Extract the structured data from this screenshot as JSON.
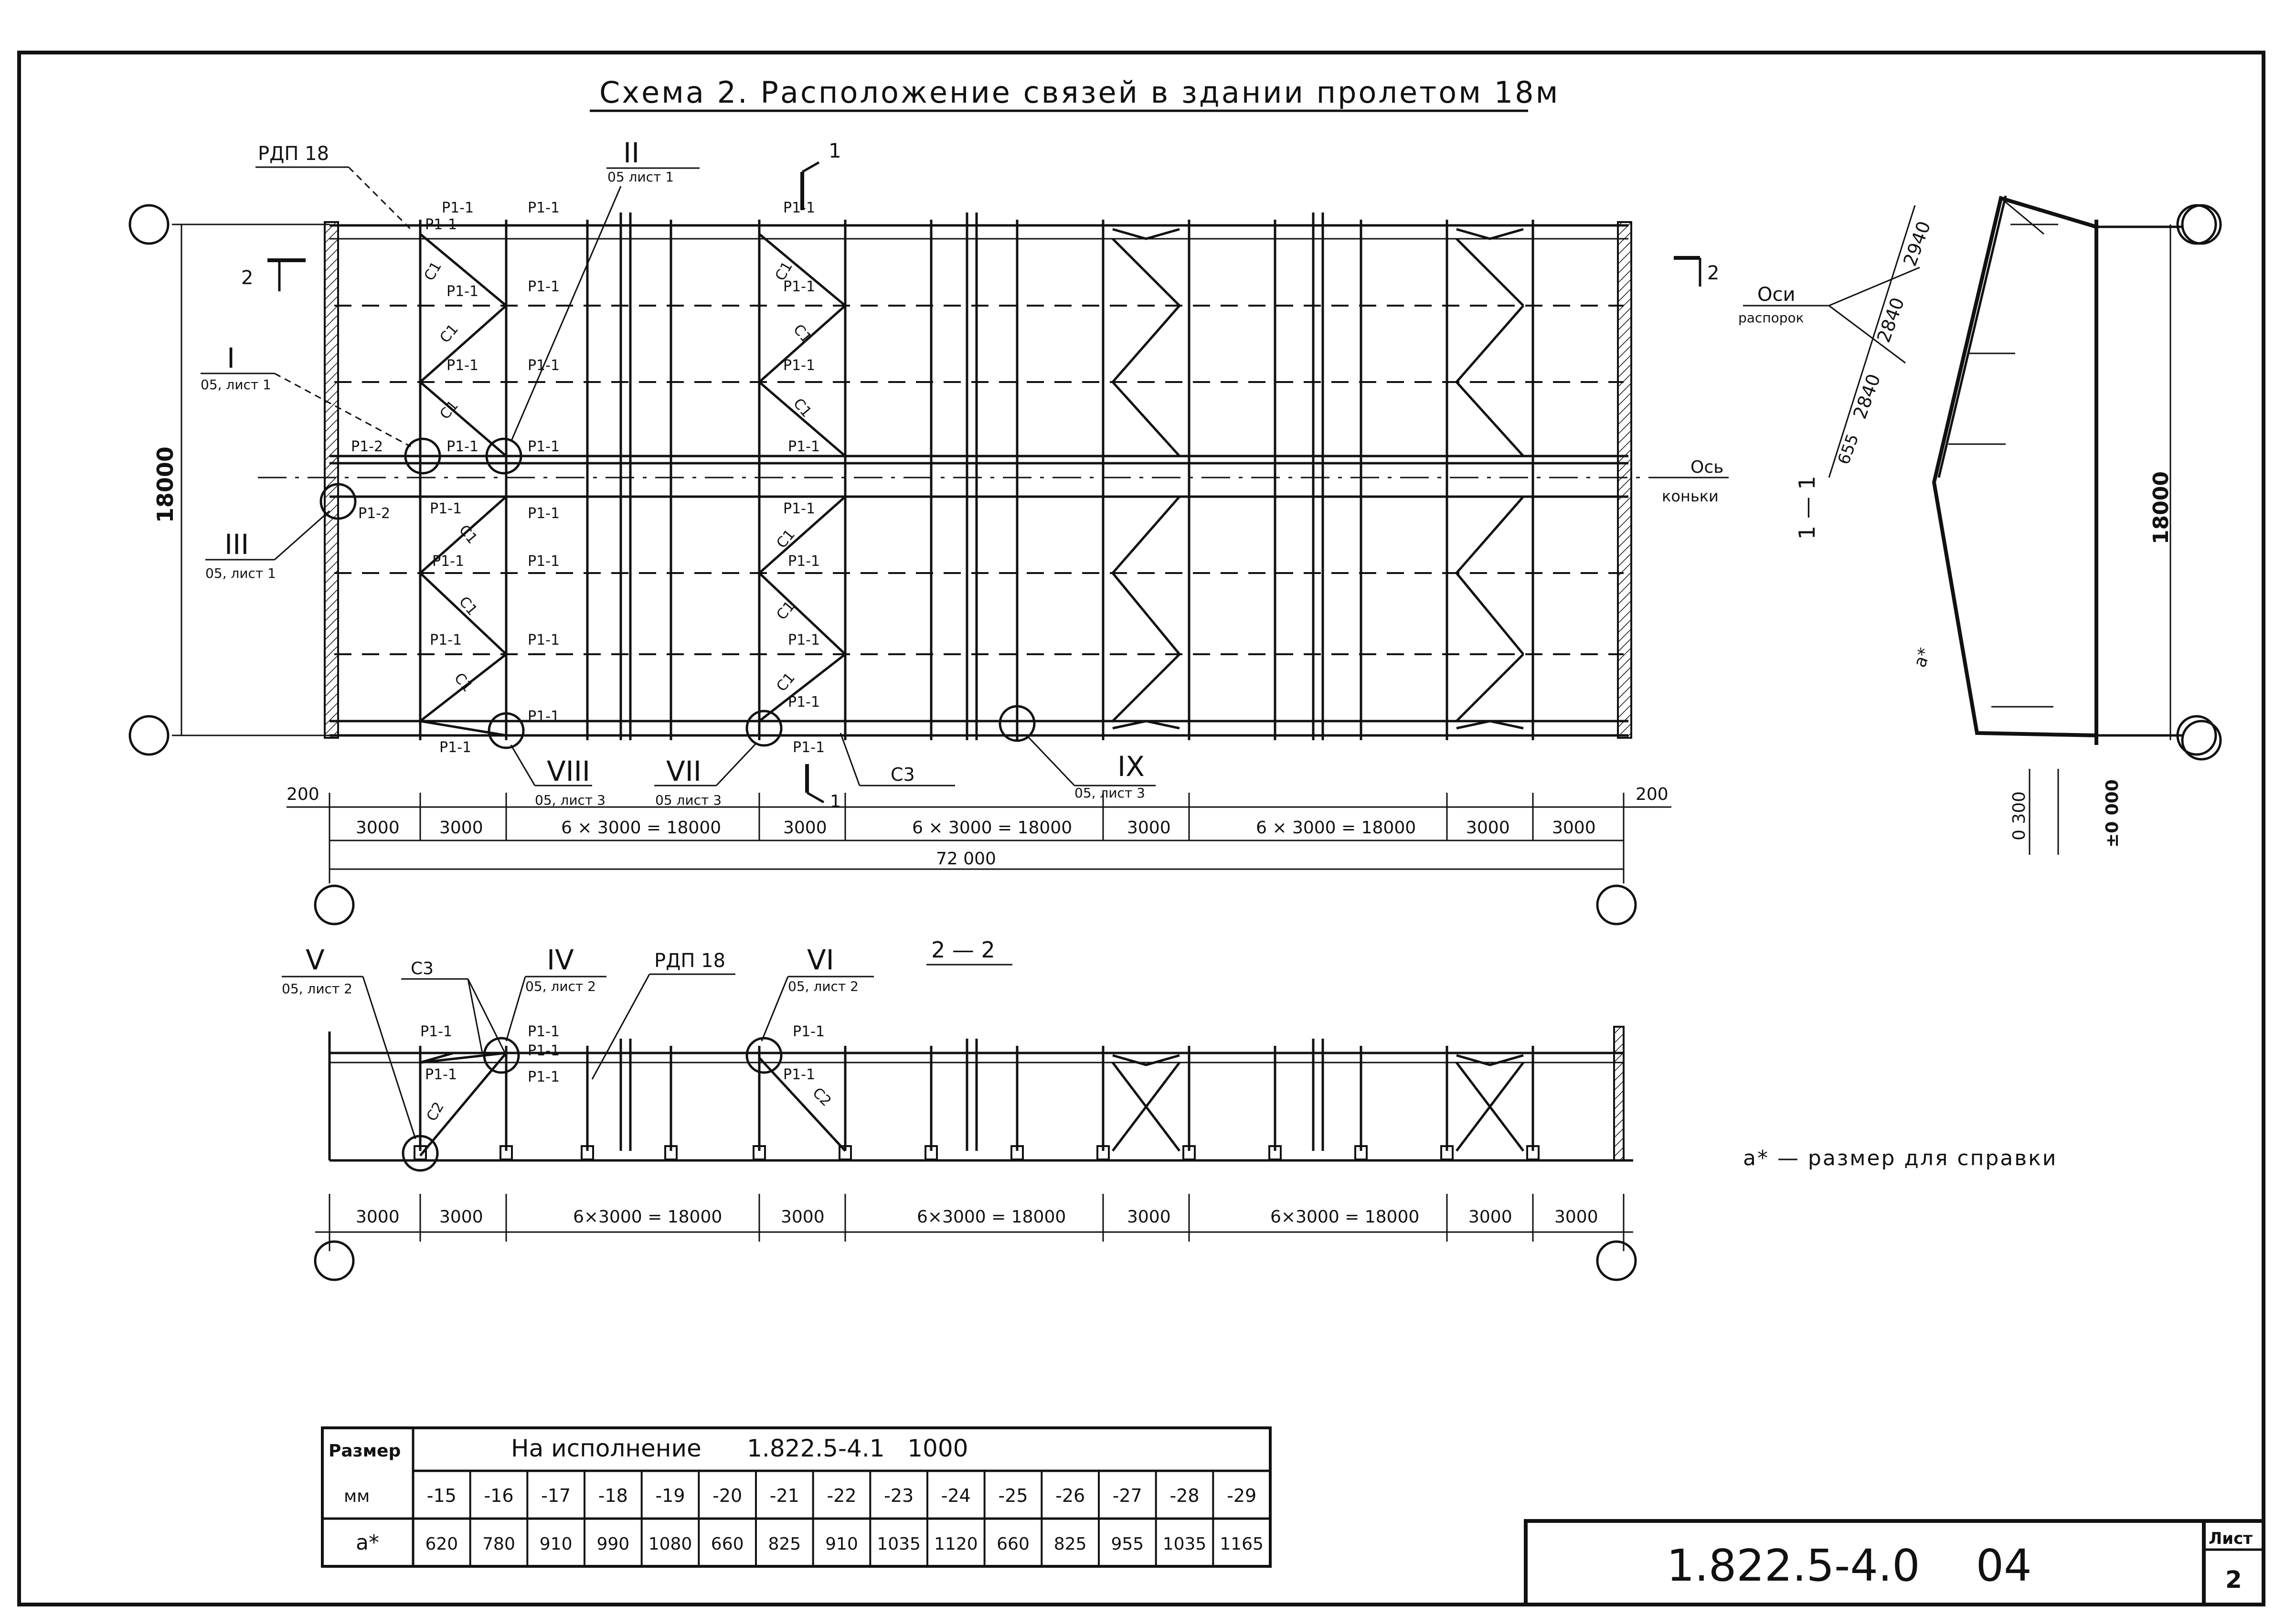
{
  "title": "Схема 2. Расположение связей в здании пролетом 18м",
  "plan": {
    "dimension_18000": "18000",
    "ridge_axis_line1": "Ось",
    "ridge_axis_line2": "коньки",
    "rdp_label": "РДП 18",
    "section_1_number": "1",
    "section_2_number": "2",
    "section_1_bottom_number": "1",
    "left_offset": "200",
    "right_offset": "200",
    "overall_length": "72 000",
    "bottom_dimensions": [
      "3000",
      "3000",
      "6 × 3000 = 18000",
      "3000",
      "6 × 3000 = 18000",
      "3000",
      "6 × 3000 = 18000",
      "3000",
      "3000"
    ],
    "brace_s3": "С3",
    "callouts": [
      {
        "numeral": "II",
        "ref": "05 лист 1"
      },
      {
        "numeral": "I",
        "ref": "05, лист 1"
      },
      {
        "numeral": "III",
        "ref": "05, лист 1"
      },
      {
        "numeral": "VIII",
        "ref": "05, лист 3"
      },
      {
        "numeral": "VII",
        "ref": "05 лист 3"
      },
      {
        "numeral": "IX",
        "ref": "05, лист 3"
      }
    ],
    "labels": {
      "p11": "Р1-1",
      "p12": "Р1-2",
      "c1": "С1"
    }
  },
  "section_1_1": {
    "label": "1 — 1",
    "axes_line1": "Оси",
    "axes_line2": "распорок",
    "dim_2940": "2940",
    "dim_2840a": "2840",
    "dim_2840b": "2840",
    "dim_655": "655",
    "dim_a": "a*",
    "height": "18000",
    "level_low": "0 300",
    "level_zero": "±0 000"
  },
  "section_2_2": {
    "label": "2 — 2",
    "rdp_label": "РДП 18",
    "brace_s3": "С3",
    "brace_c2": "С2",
    "callouts": [
      {
        "numeral": "V",
        "ref": "05, лист 2"
      },
      {
        "numeral": "IV",
        "ref": "05, лист 2"
      },
      {
        "numeral": "VI",
        "ref": "05, лист 2"
      }
    ],
    "bottom_dimensions": [
      "3000",
      "3000",
      "6×3000 = 18000",
      "3000",
      "6×3000 = 18000",
      "3000",
      "6×3000 = 18000",
      "3000",
      "3000"
    ]
  },
  "note": "a* — размер для справки",
  "table": {
    "header_label": "Размер",
    "unit": "мм",
    "row_label": "a*",
    "caption": "На исполнение      1.822.5-4.1   1000",
    "columns": [
      "-15",
      "-16",
      "-17",
      "-18",
      "-19",
      "-20",
      "-21",
      "-22",
      "-23",
      "-24",
      "-25",
      "-26",
      "-27",
      "-28",
      "-29"
    ],
    "values": [
      "620",
      "780",
      "910",
      "990",
      "1080",
      "660",
      "825",
      "910",
      "1035",
      "1120",
      "660",
      "825",
      "955",
      "1035",
      "1165"
    ]
  },
  "stamp": {
    "code": "1.822.5-4.0    04",
    "sheet_label": "Лист",
    "sheet_number": "2"
  }
}
